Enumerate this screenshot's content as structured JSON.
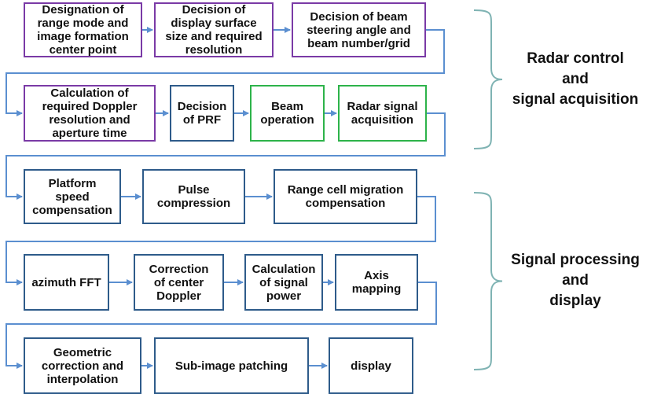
{
  "colors": {
    "arrow": "#5b8fd0",
    "box_default": "#2e5b8a",
    "box_purple": "#7a3aa6",
    "box_green": "#2db34a",
    "brace": "#7fb3b3"
  },
  "rows": [
    {
      "boxes": [
        {
          "id": "range-mode",
          "text": "Designation of\nrange mode and\nimage formation\ncenter point",
          "style": "purple"
        },
        {
          "id": "display-surface",
          "text": "Decision of\ndisplay surface\nsize and required\nresolution",
          "style": "purple"
        },
        {
          "id": "beam-steering",
          "text": "Decision of beam\nsteering angle and\nbeam number/grid",
          "style": "purple"
        }
      ]
    },
    {
      "boxes": [
        {
          "id": "doppler-resolution",
          "text": "Calculation of\nrequired Doppler\nresolution and\naperture time",
          "style": "purple"
        },
        {
          "id": "prf",
          "text": "Decision\nof PRF",
          "style": "default"
        },
        {
          "id": "beam-operation",
          "text": "Beam\noperation",
          "style": "green"
        },
        {
          "id": "signal-acquisition",
          "text": "Radar signal\nacquisition",
          "style": "green"
        }
      ]
    },
    {
      "boxes": [
        {
          "id": "speed-compensation",
          "text": "Platform\nspeed\ncompensation",
          "style": "default"
        },
        {
          "id": "pulse-compression",
          "text": "Pulse\ncompression",
          "style": "default"
        },
        {
          "id": "range-cell-migration",
          "text": "Range cell migration\ncompensation",
          "style": "default"
        }
      ]
    },
    {
      "boxes": [
        {
          "id": "azimuth-fft",
          "text": "azimuth FFT",
          "style": "default"
        },
        {
          "id": "center-doppler",
          "text": "Correction\nof center\nDoppler",
          "style": "default"
        },
        {
          "id": "signal-power",
          "text": "Calculation\nof signal\npower",
          "style": "default"
        },
        {
          "id": "axis-mapping",
          "text": "Axis\nmapping",
          "style": "default"
        }
      ]
    },
    {
      "boxes": [
        {
          "id": "geometric-correction",
          "text": "Geometric\ncorrection and\ninterpolation",
          "style": "default"
        },
        {
          "id": "sub-image-patching",
          "text": "Sub-image patching",
          "style": "default"
        },
        {
          "id": "display",
          "text": "display",
          "style": "default"
        }
      ]
    }
  ],
  "groups": [
    {
      "id": "radar-control",
      "label": "Radar control\nand\nsignal acquisition"
    },
    {
      "id": "signal-processing",
      "label": "Signal processing\nand\ndisplay"
    }
  ]
}
